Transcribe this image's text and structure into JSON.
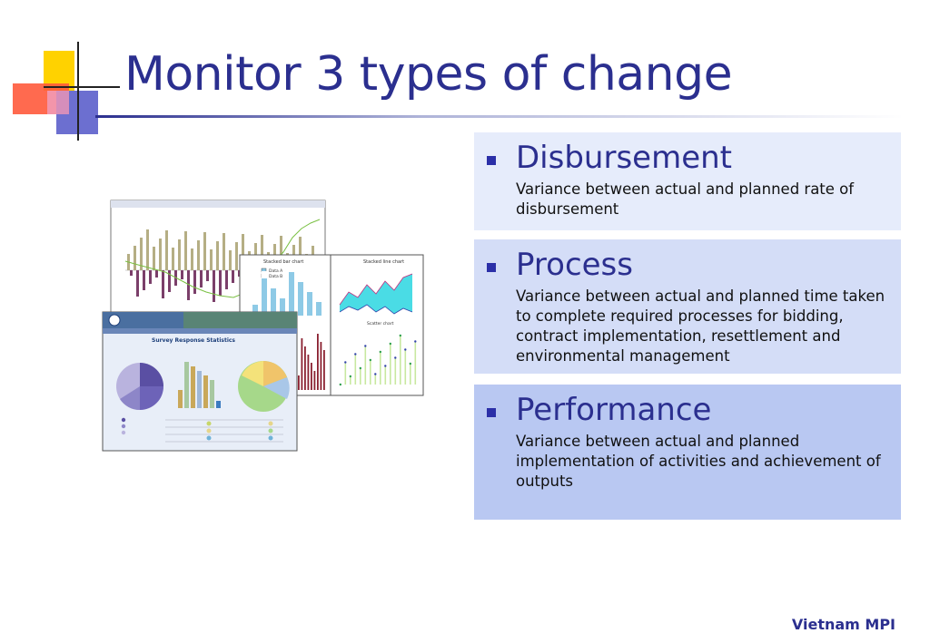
{
  "slide": {
    "title": "Monitor 3 types of change",
    "footer": "Vietnam MPI"
  },
  "items": [
    {
      "heading": "Disbursement",
      "text": "Variance between actual and planned rate of disbursement"
    },
    {
      "heading": "Process",
      "text": "Variance between actual and planned time taken to complete required processes for bidding, contract implementation, resettlement and environmental management"
    },
    {
      "heading": "Performance",
      "text": "Variance between actual and planned implementation of activities and achievement of outputs"
    }
  ],
  "colors": {
    "title": "#2b2f8f",
    "box1": "#e6ecfb",
    "box2": "#d4ddf7",
    "box3": "#b9c8f2",
    "logo_yellow": "#ffd200",
    "logo_red": "#ff4b33",
    "logo_blue": "#3b3fc0"
  },
  "screenshots": {
    "survey_title": "Survey Response Statistics",
    "stacked_bar_title": "Stacked bar chart",
    "stacked_line_title": "Stacked line chart",
    "scatter_title": "Scatter chart",
    "legend_a": "Data A",
    "legend_b": "Data B"
  }
}
